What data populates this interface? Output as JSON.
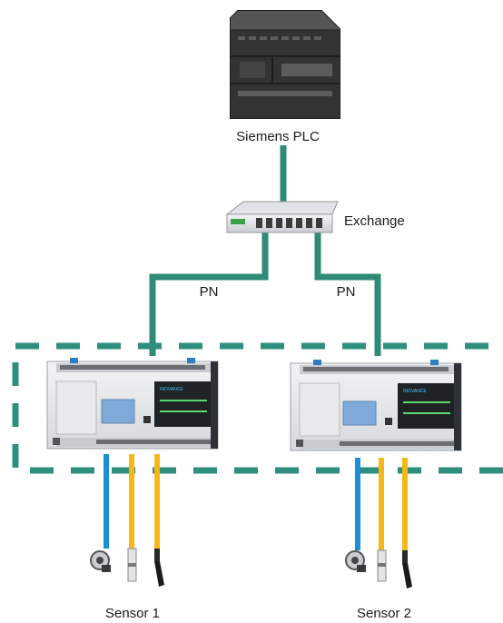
{
  "labels": {
    "plc": "Siemens PLC",
    "switch": "Exchange",
    "pn_left": "PN",
    "pn_right": "PN",
    "sensor_1": "Sensor 1",
    "sensor_2": "Sensor 2"
  },
  "controller_brand": "INOVANCE",
  "colors": {
    "network_line": "#2e8b76",
    "dashed_border": "#2f8f7e",
    "blue_cable": "#1a8fd6",
    "yellow_cable": "#f5b816",
    "plc_body": "#3a3a3a"
  }
}
